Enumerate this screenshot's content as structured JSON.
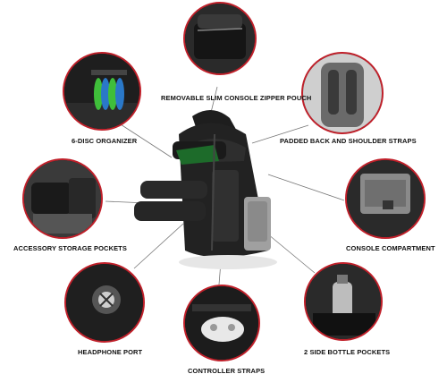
{
  "labels": {
    "zipper_pouch": "REMOVABLE SLIM CONSOLE ZIPPER POUCH",
    "disc_organizer": "6-DISC ORGANIZER",
    "padded_back": "PADDED BACK AND SHOULDER STRAPS",
    "accessory_pockets": "ACCESSORY STORAGE POCKETS",
    "console_compartment": "CONSOLE COMPARTMENT",
    "headphone_port": "HEADPHONE PORT",
    "controller_straps": "CONTROLLER STRAPS",
    "bottle_pockets": "2 SIDE BOTTLE POCKETS"
  },
  "colors": {
    "accent_ring": "#c0202a",
    "disc_green": "#3fbf3a",
    "disc_blue": "#2a78c8"
  }
}
